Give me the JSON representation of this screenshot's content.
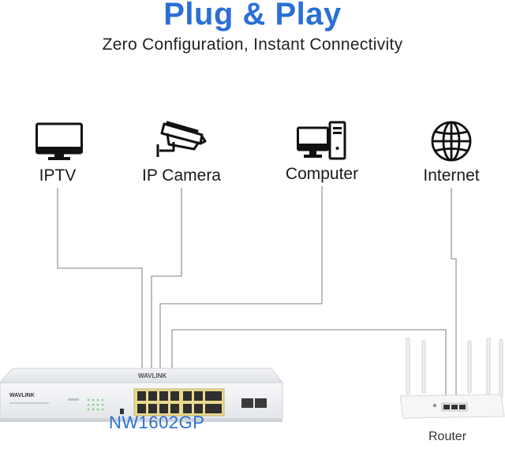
{
  "header": {
    "title": "Plug & Play",
    "subtitle": "Zero Configuration, Instant Connectivity"
  },
  "devices": [
    {
      "label": "IPTV",
      "icon": "tv-icon"
    },
    {
      "label": "IP Camera",
      "icon": "camera-icon"
    },
    {
      "label": "Computer",
      "icon": "computer-icon"
    },
    {
      "label": "Internet",
      "icon": "globe-icon"
    }
  ],
  "switch": {
    "model": "NW1602GP",
    "brand": "WAVLINK"
  },
  "router": {
    "label": "Router"
  },
  "colors": {
    "accent": "#2b6fd6",
    "line": "#9a9a9a",
    "port_yellow": "#e8c64a"
  }
}
